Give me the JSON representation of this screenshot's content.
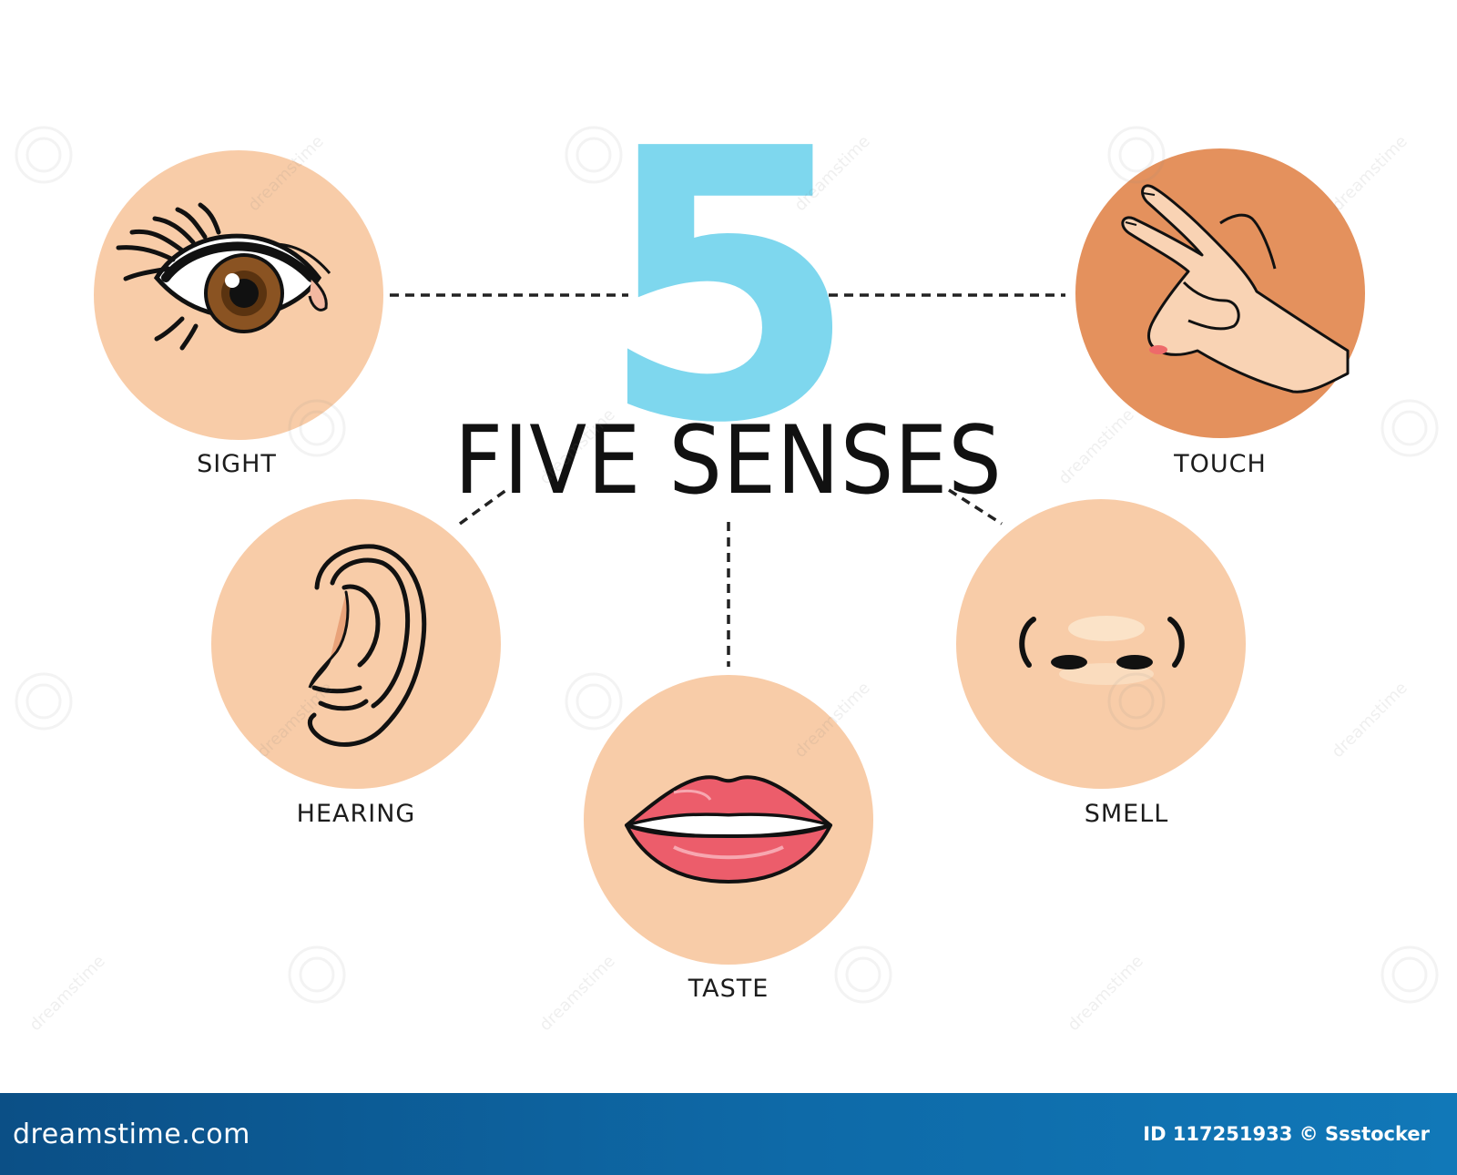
{
  "number": "5",
  "title": "FIVE SENSES",
  "senses": {
    "sight": {
      "label": "SIGHT"
    },
    "touch": {
      "label": "TOUCH"
    },
    "hearing": {
      "label": "HEARING"
    },
    "smell": {
      "label": "SMELL"
    },
    "taste": {
      "label": "TASTE"
    }
  },
  "footer": {
    "brand": "dreamstime.com",
    "credit": "ID 117251933 © Ssstocker"
  },
  "watermark": "dreamstime",
  "icons": [
    "eye-icon",
    "hand-icon",
    "ear-icon",
    "nose-icon",
    "lips-icon"
  ],
  "colors": {
    "number": "#7ed7ee",
    "circle_light": "#f8cca8",
    "circle_touch": "#e4915d",
    "iris": "#8a5322",
    "lips": "#ec5d6b",
    "footer": "#0e6aa8"
  }
}
